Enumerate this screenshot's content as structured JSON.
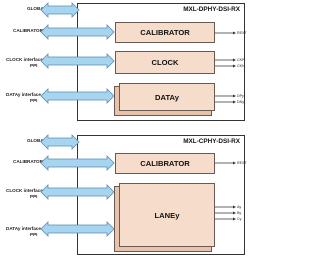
{
  "top": {
    "title": "MXL-DPHY-DSI-RX",
    "global_pins": "GLOBAL pins",
    "calibrator_pins": "CALIBRATOR pins",
    "clock_pins": "CLOCK interface pins",
    "clock_ppi": "PPI",
    "data_pins": "DATAy interface pins",
    "data_ppi": "PPI",
    "calibrator_block": "CALIBRATOR",
    "clock_block": "CLOCK",
    "data_block": "DATAy",
    "rext": "REXT",
    "ckp": "CKP",
    "ckn": "CKN",
    "dpy": "DPy",
    "dny": "DNy"
  },
  "bottom": {
    "title": "MXL-CPHY-DSI-RX",
    "global_pins": "GLOBAL pins",
    "calibrator_pins": "CALIBRATOR pins",
    "clock_pins": "CLOCK interface pins",
    "clock_ppi": "PPI",
    "data_pins": "DATAy interface pins",
    "data_ppi": "PPI",
    "calibrator_block": "CALIBRATOR",
    "lane_block": "LANEy",
    "rext": "REXT",
    "ay": "Ay",
    "by": "By",
    "cy": "Cy"
  },
  "colors": {
    "arrow_fill": "#a7d5ef",
    "arrow_stroke": "#5b8fb6",
    "block_fill": "#f6dccb"
  }
}
